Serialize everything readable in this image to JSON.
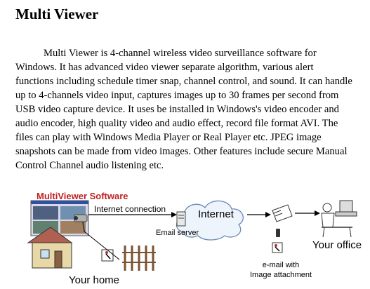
{
  "title": "Multi Viewer",
  "description": "Multi Viewer is 4-channel wireless video surveillance software for Windows. It has advanced video viewer separate algorithm, various alert functions including schedule timer snap, channel control, and sound. It can handle up to 4-channels video input, captures images up to 30 frames per second from USB video capture device. It uses be installed in Windows's video encoder and audio encoder, high quality video and audio effect, record file format AVI. The files can play with Windows Media Player or Real Player etc. JPEG image snapshots can be made from video images. Other features include secure Manual Control Channel audio listening etc.",
  "diagram": {
    "software_label": "MultiViewer Software",
    "internet_connection_label": "Internet connection",
    "internet_label": "Internet",
    "email_server_label": "Email server",
    "your_office_label": "Your office",
    "email_attachment_line1": "e-mail with",
    "email_attachment_line2": "Image attachment",
    "your_home_label": "Your home"
  }
}
